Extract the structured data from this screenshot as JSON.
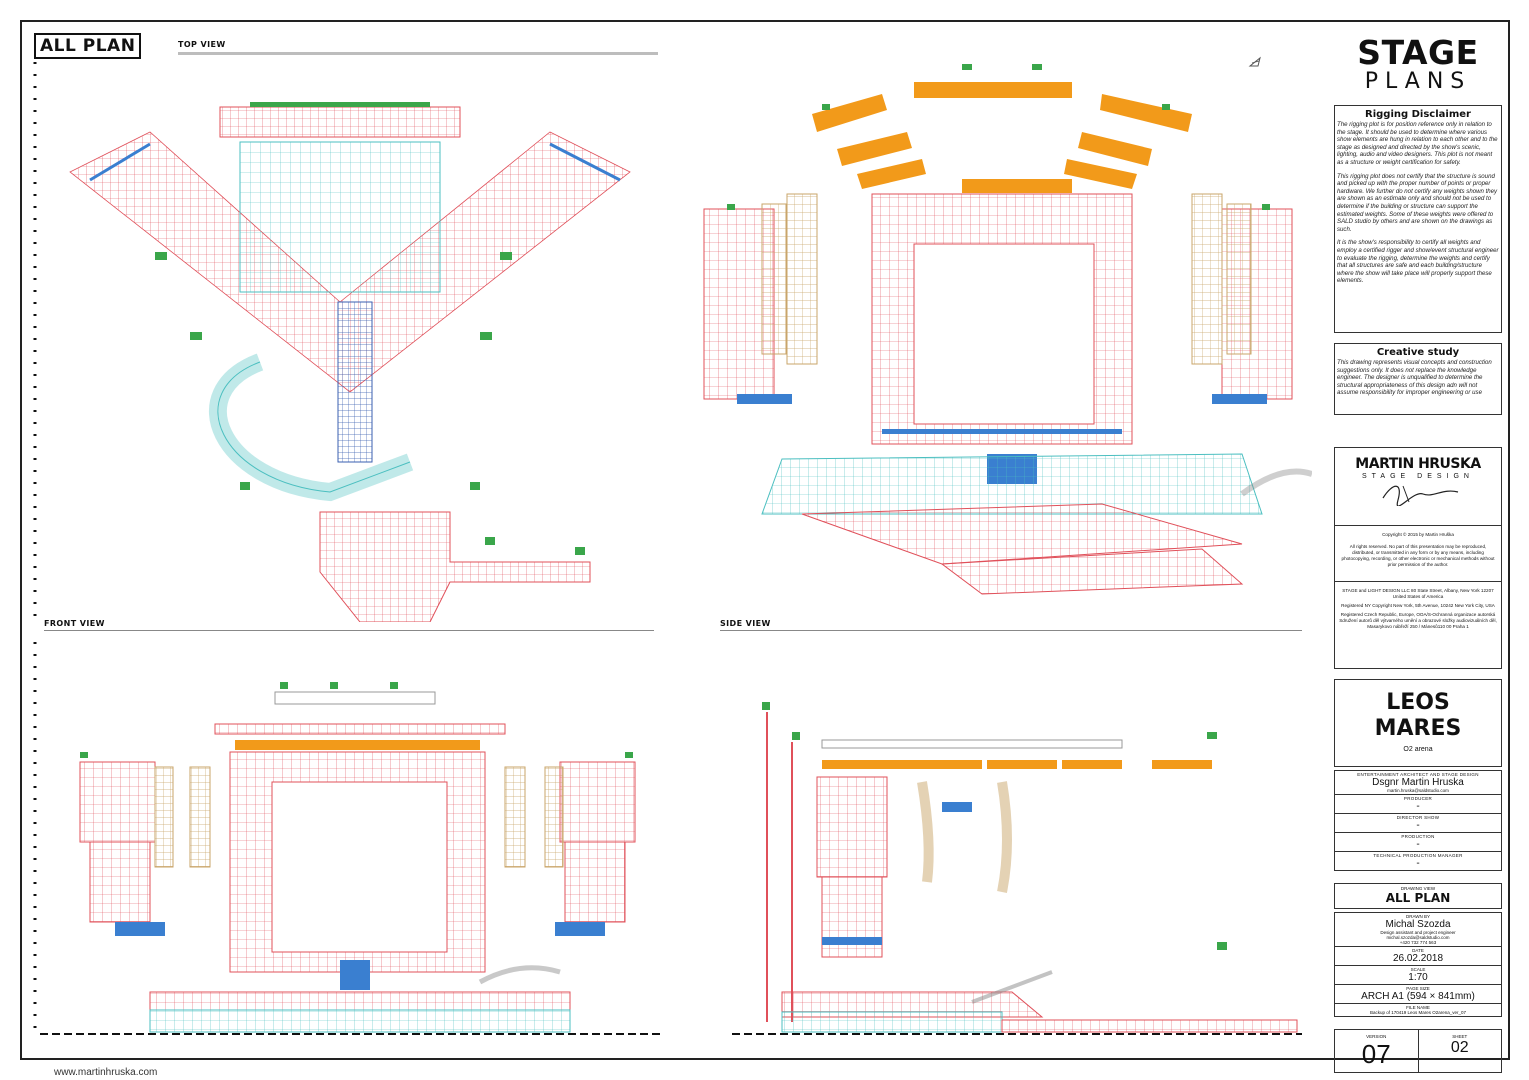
{
  "page_title": "ALL PLAN",
  "views": {
    "top": "TOP VIEW",
    "front": "FRONT VIEW",
    "side": "SIDE VIEW"
  },
  "brand": {
    "line1": "STAGE",
    "line2": "PLANS"
  },
  "rigging_disclaimer": {
    "title": "Rigging Disclaimer",
    "p1": "The rigging plot is for position reference only in relation to the stage. It should be used to determine where various show elements are hung in relation to each other and to the stage as designed and directed by the show's scenic, lighting, audio and video designers. This plot is not meant as a structure or weight certification for safety.",
    "p2": "This rigging plot does not certify that the structure is sound and picked up with the proper number of points or proper hardware. We further do not certify any weights shown they are shown as an estimate only and should not be used to determine if the building or structure can support the estimated weights. Some of these weights were offered to SALD studio by others and are shown on the drawings as such.",
    "p3": "It is the show's responsibility to certify all weights and employ a certified rigger and show/event structural engineer to evaluate the rigging, determine the weights and certify that all structures are safe and each building/structure where the show will take place will properly support these elements."
  },
  "creative_study": {
    "title": "Creative study",
    "text": "This drawing represents visual concepts and construction suggestions only. It does not replace the knowledge engineer. The designer is unqualified to determine the structural appropriateness of this design adn will not assume responsibility for improper engineering or use"
  },
  "designer_logo": {
    "name": "MARTIN HRUSKA",
    "sub": "STAGE DESIGN",
    "copyright": "Copyright © 2015 by Martin Hruška",
    "rights": "All rights reserved. No part of this presentation may be reproduced, distributed, or transmitted in any form or by any means, including photocopying, recording, or other electronic or mechanical methods without prior permission of the author.",
    "company": "STAGE and LIGHT DESIGN LLC 80 State Street, Albany, New York 12207 United States of America",
    "registered_ny": "Registered NY Copyright New York, 5th Avenue, 10242 New York City, USA",
    "registered_cz": "Registered Czech Republic, Europe, OOA/S-Ochranná organizace autorská Sdružení autorů děl výtvarného umění a obrazové složky audiovizuálních děl, Masarykovo nábřeží 250 / Mánesů110 00 Praha 1"
  },
  "project": {
    "line1": "LEOS",
    "line2": "MARES",
    "venue": "O2 arena"
  },
  "credits": [
    {
      "key": "ENTERTAINMENT ARCHITECT AND STAGE DESIGN",
      "value": "Dsgnr Martin Hruska",
      "sub": "martin.hruska@saldstudio.com"
    },
    {
      "key": "PRODUCER",
      "value": "-",
      "sub": ""
    },
    {
      "key": "DIRECTOR SHOW",
      "value": "-",
      "sub": ""
    },
    {
      "key": "PRODUCTION",
      "value": "-",
      "sub": ""
    },
    {
      "key": "TECHNICAL PRODUCTION MANAGER",
      "value": "-",
      "sub": ""
    }
  ],
  "drawing_view": {
    "key": "DRAWING VIEW",
    "value": "ALL PLAN"
  },
  "drawn_by": {
    "key": "DRAWN BY",
    "value": "Michal Szozda",
    "role": "Design assistant and project engineer",
    "email": "michal.szozda@saldstudio.com",
    "phone": "+420 732 774 563"
  },
  "date": {
    "key": "DATE",
    "value": "26.02.2018"
  },
  "scale": {
    "key": "SCALE",
    "value": "1:70"
  },
  "page_size": {
    "key": "PAGE SIZE",
    "value": "ARCH A1 (594 × 841mm)"
  },
  "file_name": {
    "key": "FILE NAME",
    "value": "Backup of 170419 Leos Mares O2arena_ver_07"
  },
  "version": {
    "key": "VERSION",
    "value": "07"
  },
  "sheet": {
    "key": "SHEET",
    "value": "02"
  },
  "footer_url": "www.martinhruska.com",
  "colors": {
    "truss_red": "#e0505a",
    "stage_cyan": "#4bbfc0",
    "led_orange": "#f29a1a",
    "fixture_green": "#3aa64a",
    "fixture_blue": "#3a7fd0",
    "speaker_tan": "#c9a56a",
    "outline": "#222222"
  }
}
